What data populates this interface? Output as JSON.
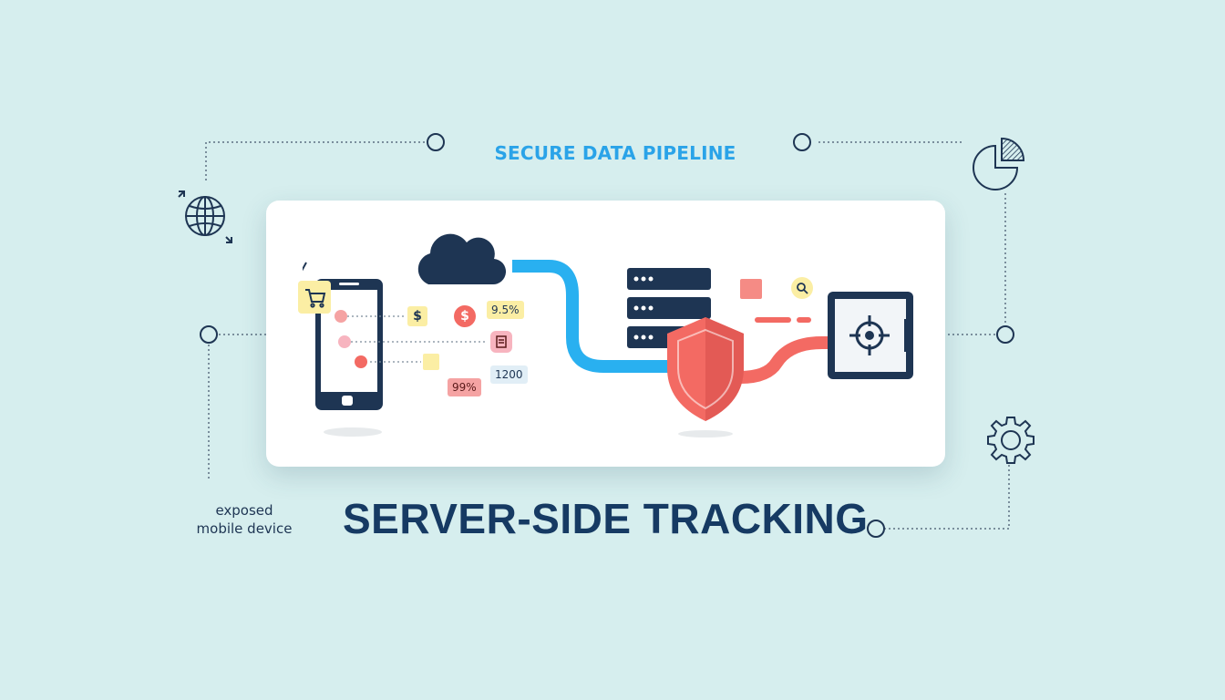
{
  "header": {
    "subtitle": "SECURE DATA PIPELINE"
  },
  "main": {
    "title": "SERVER-SIDE TRACKING"
  },
  "side": {
    "caption_line1": "exposed",
    "caption_line2": "mobile device"
  },
  "badges": {
    "dollar": "$",
    "dollar_circle": "$",
    "percent_a": "9.5%",
    "percent_b": "99%",
    "count": "1200"
  },
  "icons": {
    "globe": "globe-icon",
    "cart": "cart-icon",
    "phone": "smartphone-icon",
    "cloud": "cloud-icon",
    "server": "server-icon",
    "shield": "shield-icon",
    "vault": "vault-icon",
    "pie": "pie-chart-icon",
    "gear": "gear-icon",
    "search": "search-icon"
  },
  "colors": {
    "background": "#d6eeee",
    "navy": "#163a63",
    "accent_blue": "#2aa3e8",
    "accent_red": "#f36a63",
    "yellow": "#fbeea4"
  }
}
